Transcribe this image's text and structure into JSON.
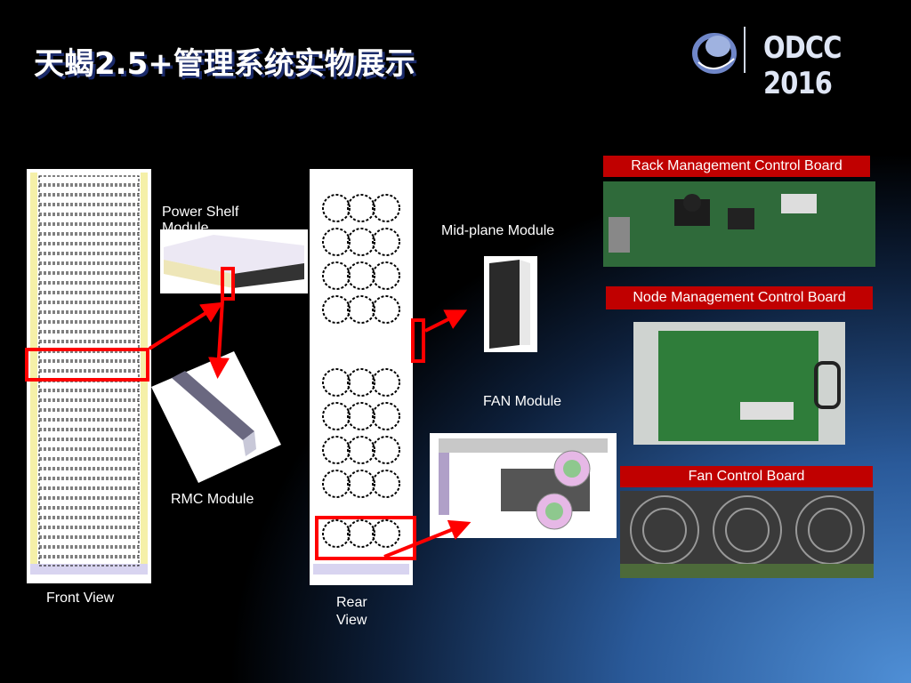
{
  "slide": {
    "title": "天蝎2.5+管理系统实物展示",
    "logo": {
      "text": "ODCC 2016",
      "icon": "odcc-globe-logo-icon"
    },
    "labels": {
      "power_shelf": "Power Shelf",
      "power_shelf_2": "Module",
      "rmc": "RMC Module",
      "midplane": "Mid-plane Module",
      "fan": "FAN Module",
      "front_view": "Front View",
      "rear_view_1": "Rear",
      "rear_view_2": "View"
    },
    "boards": [
      {
        "label": "Rack Management Control Board"
      },
      {
        "label": "Node Management Control Board"
      },
      {
        "label": "Fan Control Board"
      }
    ],
    "colors": {
      "label_bg": "#c00000",
      "highlight": "#ff0000",
      "accent_blue": "#4f8fd6"
    }
  }
}
